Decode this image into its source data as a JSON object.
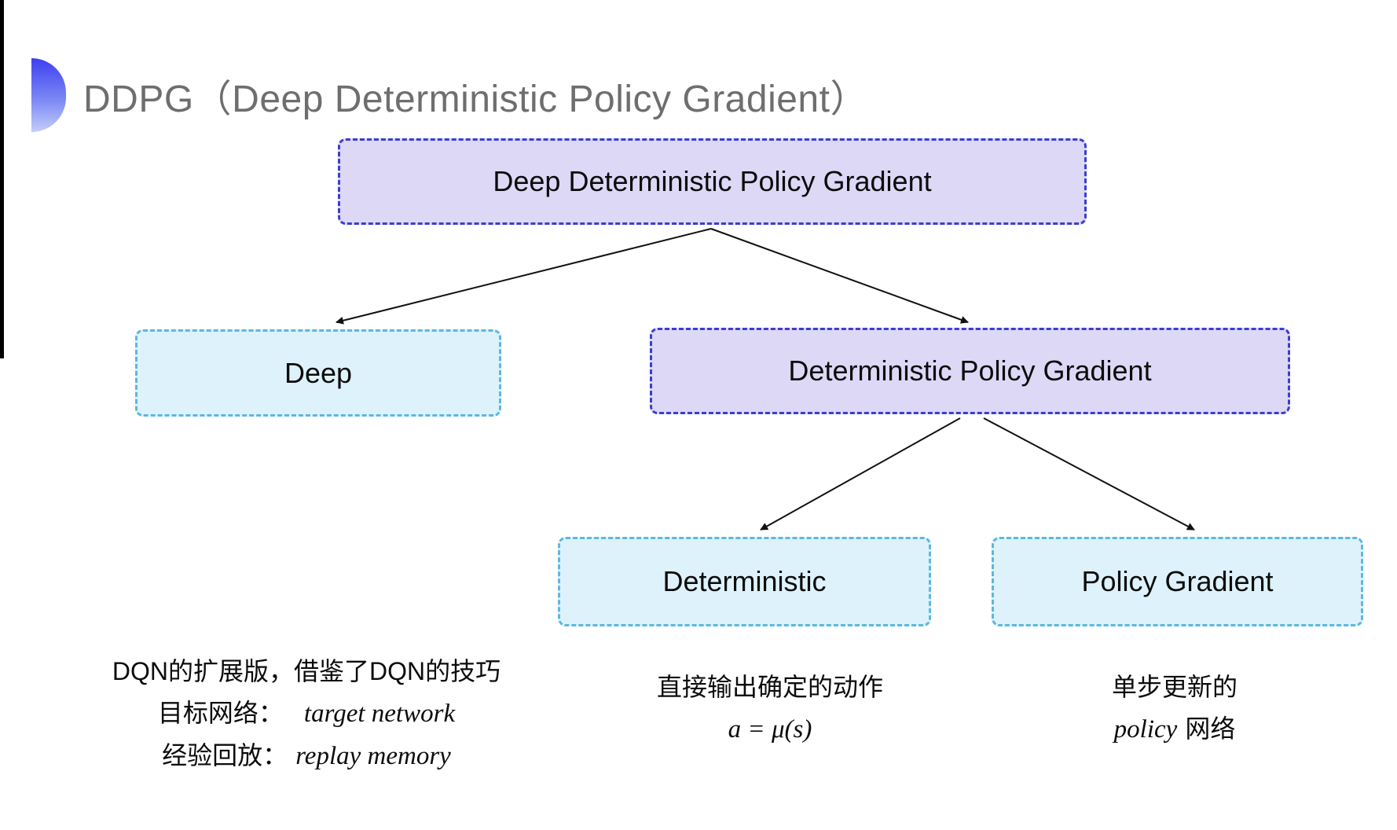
{
  "title": {
    "text": "DDPG（Deep Deterministic Policy Gradient）"
  },
  "colors": {
    "lavender_fill": "#dcd8f6",
    "lavender_border": "#3b3ecf",
    "cyan_fill": "#def2fc",
    "cyan_border": "#5ab9e3",
    "title_gray": "#6e6e6e",
    "arrow": "#111111",
    "accent_gradient_top": "#3f3fee",
    "accent_gradient_bottom": "#c3cdfa"
  },
  "diagram": {
    "nodes": [
      {
        "id": "ddpg",
        "label": "Deep Deterministic Policy Gradient",
        "variant": "lavender"
      },
      {
        "id": "deep",
        "label": "Deep",
        "variant": "cyan"
      },
      {
        "id": "dpg",
        "label": "Deterministic Policy Gradient",
        "variant": "lavender"
      },
      {
        "id": "deterministic",
        "label": "Deterministic",
        "variant": "cyan"
      },
      {
        "id": "policy-gradient",
        "label": "Policy Gradient",
        "variant": "cyan"
      }
    ],
    "edges": [
      {
        "from": "ddpg",
        "to": "deep"
      },
      {
        "from": "ddpg",
        "to": "dpg"
      },
      {
        "from": "dpg",
        "to": "deterministic"
      },
      {
        "from": "dpg",
        "to": "policy-gradient"
      }
    ]
  },
  "annotations": {
    "dqn": {
      "line1": "DQN的扩展版，借鉴了DQN的技巧",
      "line2_label": "目标网络：",
      "line2_value": "target network",
      "line3_label": "经验回放：",
      "line3_value": "replay memory"
    },
    "deterministic": {
      "line1": "直接输出确定的动作",
      "formula": "a = μ(s)"
    },
    "policy_gradient": {
      "line1": "单步更新的",
      "line2_italic": "policy",
      "line2_rest": "网络"
    }
  }
}
